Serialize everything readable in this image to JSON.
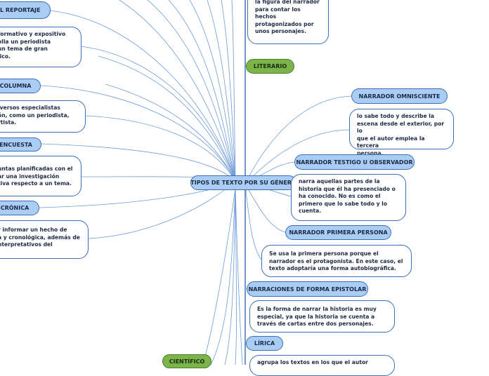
{
  "central": "TIPOS DE TEXTO POR SU GÉNERO",
  "left": {
    "reportaje": {
      "label": "EL REPORTAJE",
      "desc": [
        "formativo y expositivo",
        "olla un periodista",
        "un tema de gran",
        "lico."
      ]
    },
    "columna": {
      "label": "COLUMNA",
      "desc": [
        "iversos especialistas",
        "ón, como un periodista,",
        "rtista."
      ]
    },
    "encuesta": {
      "label": "ENCUESTA",
      "desc": [
        "untas planificadas con el",
        "ar una investigación",
        "tiva respecto a un tema."
      ]
    },
    "cronica": {
      "label": "CRÓNICA",
      "desc": [
        "r informar un hecho de",
        "a y cronológica, además de",
        "nterpretativos del"
      ]
    }
  },
  "right": {
    "top_desc": [
      "la figura del narrador",
      "para contar los",
      "hechos",
      "protagonizados por",
      "unos personajes."
    ],
    "literario": "LITERARIO",
    "omnisciente": {
      "label": "NARRADOR OMNISCIENTE",
      "desc": [
        "lo sabe todo y describe la",
        "escena desde el exterior, por lo",
        "que el autor emplea la tercera",
        "persona."
      ]
    },
    "testigo": {
      "label": "NARRADOR TESTIGO U OBSERVADOR",
      "desc": [
        "narra aquellas partes de la",
        "historia que él ha presenciado o",
        "ha conocido. No es como el",
        "primero que lo sabe todo y lo",
        "cuenta."
      ]
    },
    "primera": {
      "label": "NARRADOR PRIMERA PERSONA",
      "desc": [
        "Se usa la primera persona porque el",
        "narrador es el protagonista. En este caso, el",
        "texto adoptaría una forma autobiográfica."
      ]
    },
    "epistolar": {
      "label": "NARRACIONES DE FORMA EPISTOLAR",
      "desc": [
        "Es la forma de narrar la historia es muy",
        "especial, ya que la historia se cuenta a",
        "través de cartas entre dos personajes."
      ]
    },
    "lirica": {
      "label": "LÍRICA",
      "desc": [
        "agrupa los textos en los que el autor"
      ]
    }
  },
  "bottom": {
    "cientifico": "CIENTÍFICO"
  },
  "colors": {
    "node_fill": "#a9cdf5",
    "node_border": "#3b6fb6",
    "green_fill": "#7bb54a",
    "connector": "#5b8fd0"
  }
}
